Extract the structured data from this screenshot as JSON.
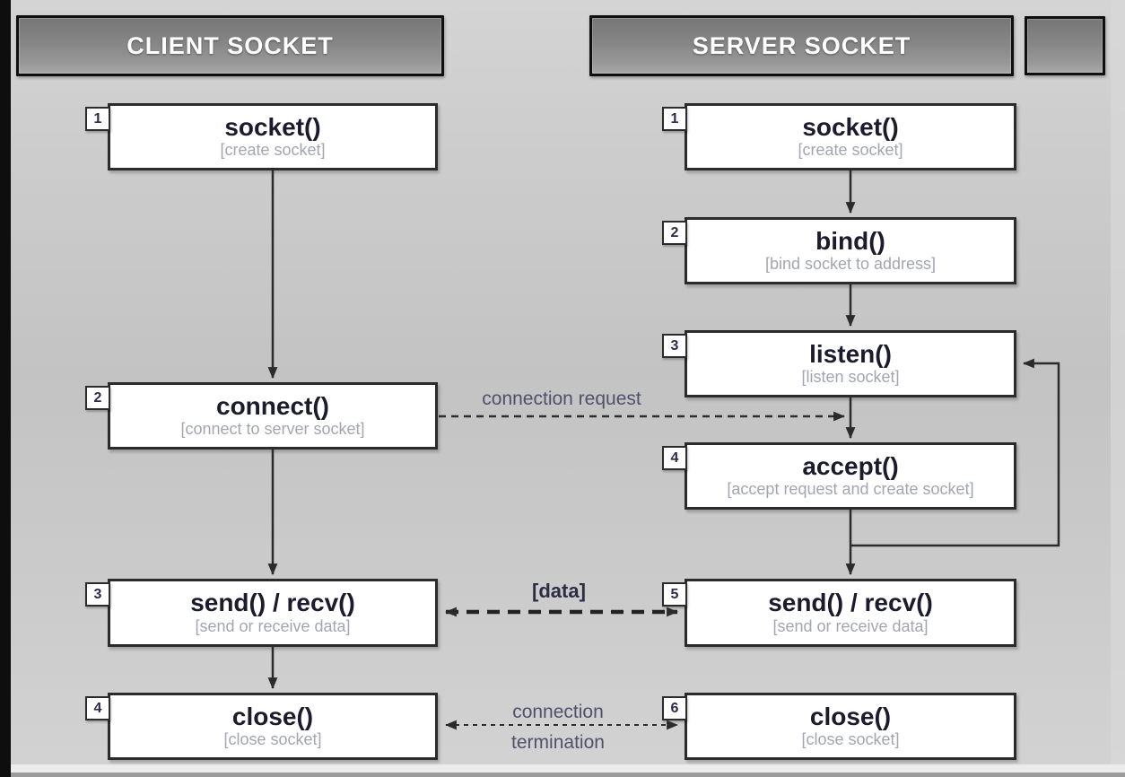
{
  "colors": {
    "background": "#c9c9c9",
    "frame": "#0e0e0e",
    "header_fill_top": "#767676",
    "header_fill_bottom": "#a9a9a9",
    "header_text": "#ffffff",
    "box_fill": "#ffffff",
    "box_border": "#2b2b2b",
    "title_text": "#1b1b2e",
    "subtitle_text": "#a3a5b2",
    "arrow": "#2b2b2b",
    "label_text": "#50506a"
  },
  "headers": {
    "client": "CLIENT SOCKET",
    "server": "SERVER SOCKET"
  },
  "client_steps": [
    {
      "num": "1",
      "title": "socket()",
      "subtitle": "[create socket]"
    },
    {
      "num": "2",
      "title": "connect()",
      "subtitle": "[connect to server socket]"
    },
    {
      "num": "3",
      "title": "send() / recv()",
      "subtitle": "[send or receive data]"
    },
    {
      "num": "4",
      "title": "close()",
      "subtitle": "[close socket]"
    }
  ],
  "server_steps": [
    {
      "num": "1",
      "title": "socket()",
      "subtitle": "[create socket]"
    },
    {
      "num": "2",
      "title": "bind()",
      "subtitle": "[bind socket to address]"
    },
    {
      "num": "3",
      "title": "listen()",
      "subtitle": "[listen socket]"
    },
    {
      "num": "4",
      "title": "accept()",
      "subtitle": "[accept request and create socket]"
    },
    {
      "num": "5",
      "title": "send() / recv()",
      "subtitle": "[send or receive data]"
    },
    {
      "num": "6",
      "title": "close()",
      "subtitle": "[close socket]"
    }
  ],
  "arrow_labels": {
    "connection_request": "connection request",
    "data": "[data]",
    "termination_line1": "connection",
    "termination_line2": "termination"
  }
}
